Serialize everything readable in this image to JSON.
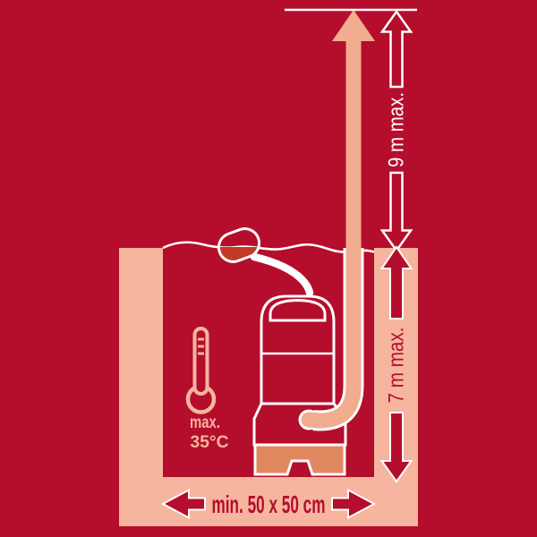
{
  "diagram": {
    "name": "submersible-pump-installation-pictogram",
    "labels": {
      "max_delivery_height": "9 m max.",
      "max_immersion_depth": "7 m max.",
      "min_shaft_size": "min. 50 x 50 cm",
      "max_temperature_prefix": "max.",
      "max_temperature_value": "35°C"
    },
    "colors": {
      "background": "#b50d2c",
      "salmon": "#f5b59e",
      "pipe": "#f2ac90",
      "base_orange": "#e1875f",
      "float_liquid": "#c33b27",
      "line_white": "#ffffff"
    },
    "icons": [
      "thermometer-icon",
      "float-switch-icon",
      "pump-icon",
      "flow-arrow-icon",
      "measure-arrow-icon"
    ]
  }
}
